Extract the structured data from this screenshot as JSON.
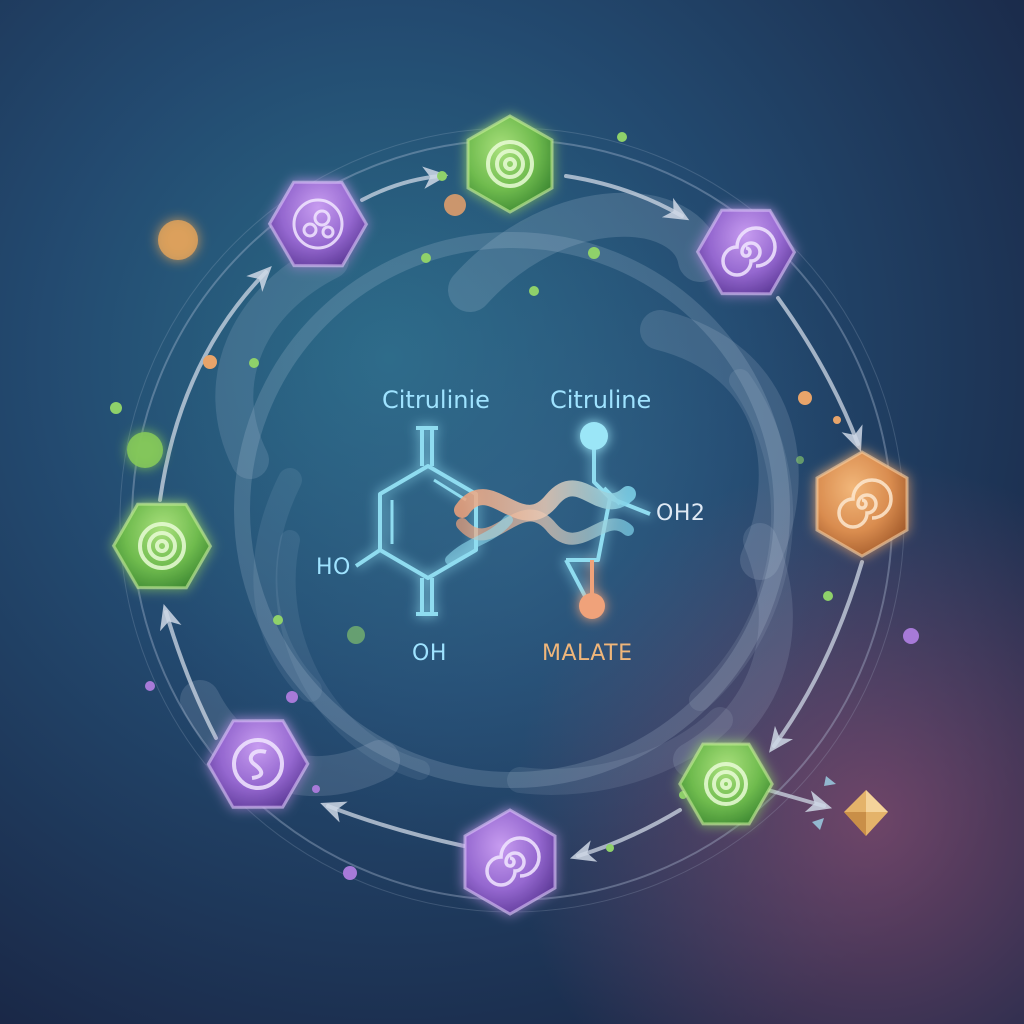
{
  "diagram": {
    "labels": {
      "left_title": "Citrulinie",
      "right_title": "Citruline",
      "ho": "HO",
      "oh_bottom": "OH",
      "oh2": "OH2",
      "malate": "MALATE"
    },
    "colors": {
      "background_center": "#2a6a86",
      "background_edge": "#1b2a48",
      "background_glow_pink": "#7a4a6e",
      "hex_green": "#7cc35c",
      "hex_purple": "#9a6fd2",
      "hex_orange": "#d98f52",
      "structure_line": "#8fdcf0",
      "malate_label": "#f0b67a",
      "title_label": "#9fe3ff"
    },
    "nodes": [
      {
        "id": "top",
        "color": "green",
        "icon": "spiral-icon"
      },
      {
        "id": "top-left",
        "color": "purple",
        "icon": "cell-icon"
      },
      {
        "id": "right-top",
        "color": "purple",
        "icon": "spiral-icon"
      },
      {
        "id": "right",
        "color": "orange",
        "icon": "spiral-icon"
      },
      {
        "id": "bottom-right",
        "color": "green",
        "icon": "spiral-icon"
      },
      {
        "id": "bottom",
        "color": "purple",
        "icon": "spiral-icon"
      },
      {
        "id": "bottom-left",
        "color": "purple",
        "icon": "swirl-icon"
      },
      {
        "id": "left",
        "color": "green",
        "icon": "spiral-icon"
      }
    ]
  }
}
